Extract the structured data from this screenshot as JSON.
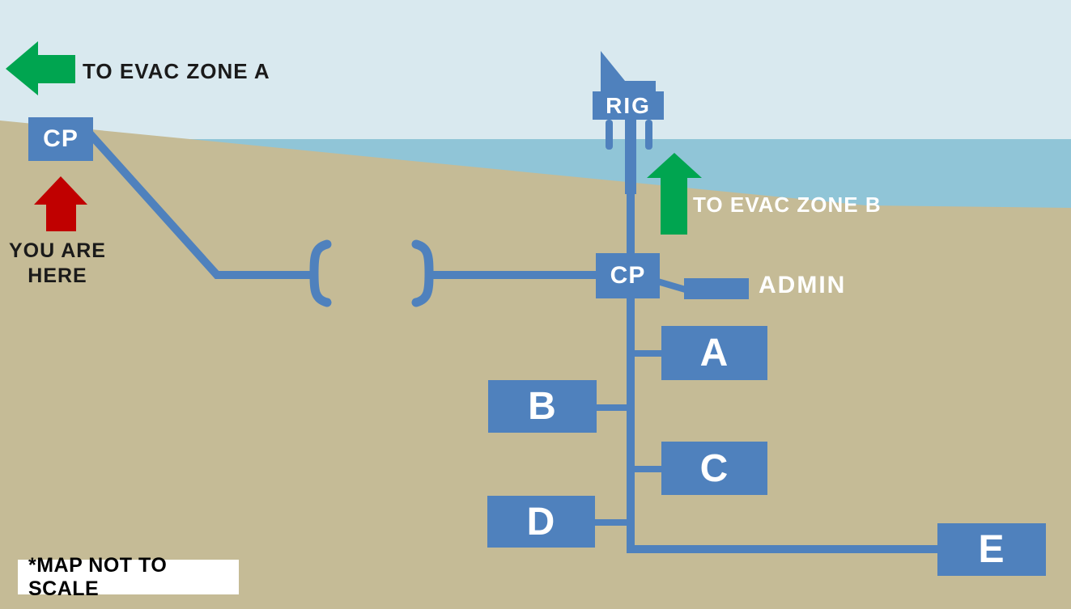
{
  "map": {
    "note": "*MAP NOT TO SCALE",
    "evac_zone_a_label": "TO EVAC ZONE A",
    "evac_zone_b_label": "TO EVAC ZONE B",
    "you_are_here_line1": "YOU ARE",
    "you_are_here_line2": "HERE"
  },
  "stations": {
    "cp_west": "CP",
    "cp_main": "CP",
    "rig": "RIG",
    "admin": "ADMIN",
    "block_a": "A",
    "block_b": "B",
    "block_c": "C",
    "block_d": "D",
    "block_e": "E"
  },
  "colors": {
    "sky": "#d9e9ef",
    "sea": "#90c5d7",
    "land": "#c5bb96",
    "structure_blue": "#4f81bd",
    "evac_green": "#00a550",
    "alert_red": "#c00000",
    "note_background": "#ffffff",
    "text_dark": "#1a1a1a",
    "text_light": "#ffffff"
  }
}
